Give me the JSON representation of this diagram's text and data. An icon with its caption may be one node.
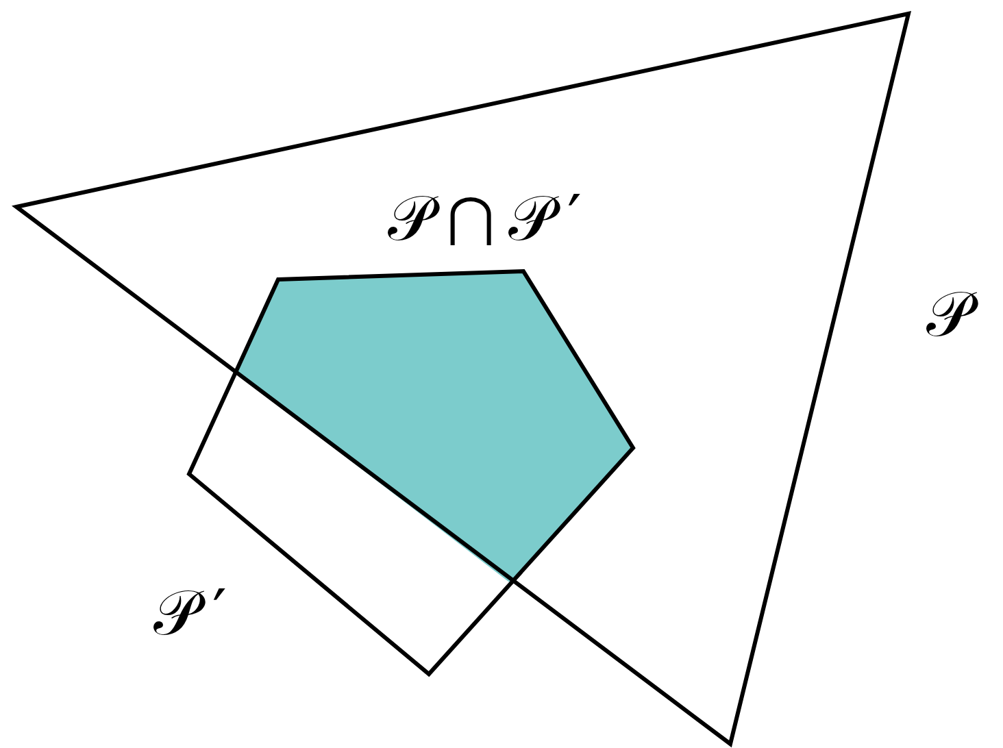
{
  "diagram": {
    "labels": [
      "𝒫⋂𝒫′",
      "𝒫",
      "𝒫′"
    ]
  }
}
